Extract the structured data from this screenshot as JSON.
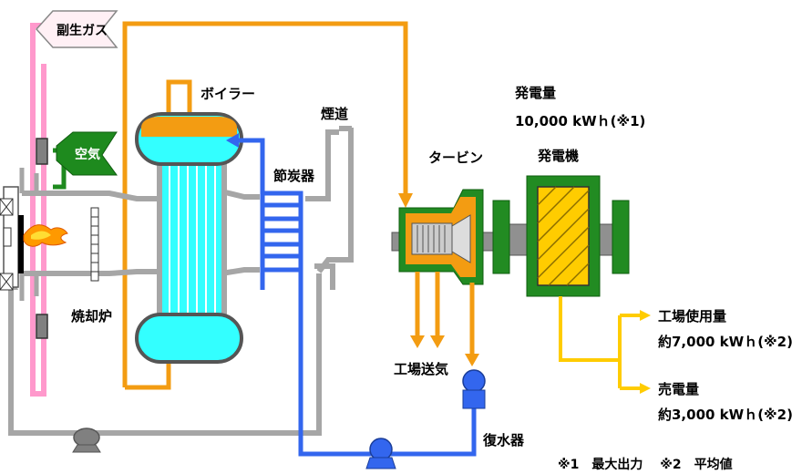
{
  "labels": {
    "byproduct_gas": "副生ガス",
    "air": "空気",
    "boiler": "ボイラー",
    "flue": "煙道",
    "economizer": "節炭器",
    "turbine": "タービン",
    "generator": "発電機",
    "incinerator": "焼却炉",
    "factory_steam": "工場送気",
    "condenser": "復水器",
    "power_output_title": "発電量",
    "power_output_value": "10,000 kWｈ(※1)",
    "factory_use_title": "工場使用量",
    "factory_use_value": "約7,000 kWｈ(※2)",
    "power_sold_title": "売電量",
    "power_sold_value": "約3,000 kWｈ(※2)",
    "footnote": "※1　最大出力　 ※2　平均値"
  },
  "colors": {
    "steam_pipe": "#f39c12",
    "water_pipe": "#3366ee",
    "gas_pipe": "#a6a6a6",
    "gas_fuel_pipe": "#ff99cc",
    "air_green": "#1e8a1e",
    "water_cyan": "#33ffff",
    "steam_orange": "#f39c12",
    "electric_yellow": "#ffcc00",
    "generator_core": "#ffcc00",
    "generator_frame": "#228b22",
    "flame": "#ff9900"
  }
}
